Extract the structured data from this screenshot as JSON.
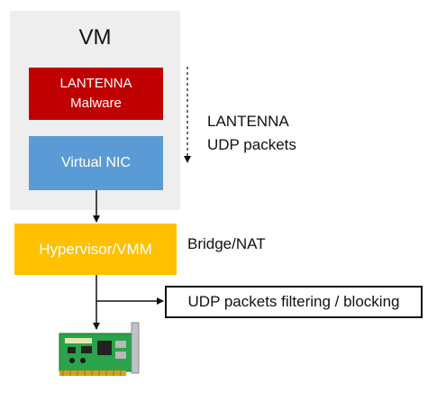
{
  "vm": {
    "title": "VM"
  },
  "malware": {
    "line1": "LANTENNA",
    "line2": "Malware"
  },
  "virtual_nic": {
    "label": "Virtual NIC"
  },
  "hypervisor": {
    "label": "Hypervisor/VMM"
  },
  "packets_label": {
    "line1": "LANTENNA",
    "line2": "UDP packets"
  },
  "bridge_label": "Bridge/NAT",
  "filter_box": {
    "label": "UDP packets filtering / blocking"
  },
  "colors": {
    "vm_background": "#eeeeee",
    "malware": "#c00000",
    "virtual_nic": "#5b9bd5",
    "hypervisor": "#ffc000",
    "nic_board": "#2aa34a"
  },
  "icons": [
    "network-card-icon"
  ]
}
